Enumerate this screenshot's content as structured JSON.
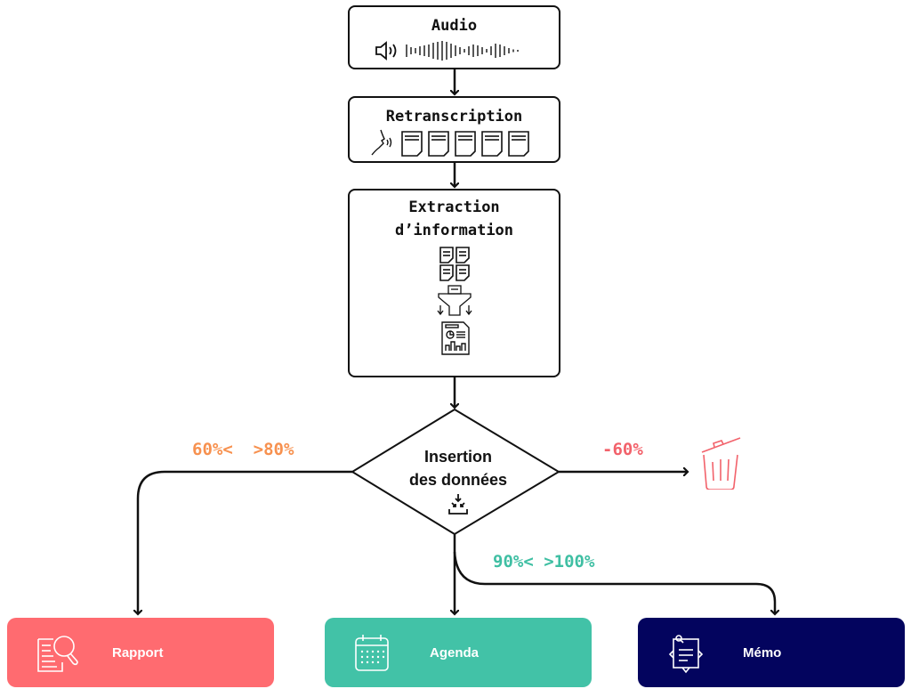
{
  "steps": {
    "audio": {
      "title": "Audio",
      "icons": [
        "speaker-icon",
        "waveform-icon"
      ]
    },
    "transcription": {
      "title": "Retranscription",
      "icons": [
        "speaking-head-icon",
        "document-icon",
        "document-icon",
        "document-icon",
        "document-icon",
        "document-icon"
      ]
    },
    "extraction": {
      "title_line1": "Extraction",
      "title_line2": "d’information",
      "icons": [
        "documents-grid-icon",
        "funnel-icon",
        "report-chart-icon"
      ]
    },
    "decision": {
      "title_line1": "Insertion",
      "title_line2": "des données",
      "icon": "import-icon"
    }
  },
  "branches": {
    "left": {
      "label": "60%<  >80%",
      "color": "#F7914F"
    },
    "right": {
      "label": "-60%",
      "color": "#F2626B"
    },
    "down": {
      "label": "90%< >100%",
      "color": "#3FBFA3"
    }
  },
  "outputs": [
    {
      "label": "Rapport",
      "icon": "report-search-icon",
      "color": "#FF6B70"
    },
    {
      "label": "Agenda",
      "icon": "calendar-icon",
      "color": "#42C2A7"
    },
    {
      "label": "Mémo",
      "icon": "memo-icon",
      "color": "#03045E"
    }
  ],
  "discard": {
    "icon": "trash-icon",
    "color": "#F2626B"
  }
}
